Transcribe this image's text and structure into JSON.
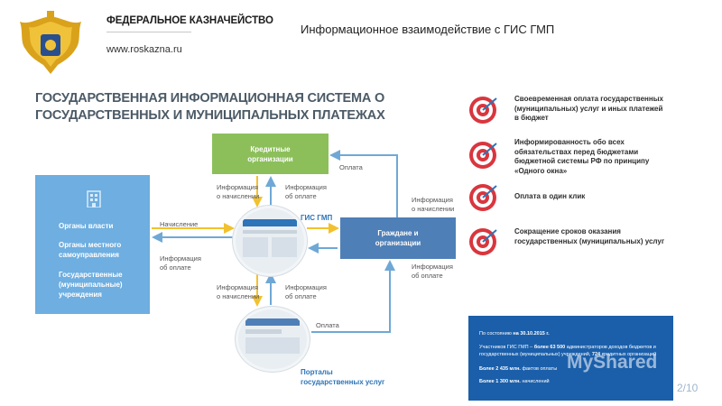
{
  "header": {
    "org_name": "ФЕДЕРАЛЬНОЕ КАЗНАЧЕЙСТВО",
    "org_url": "www.roskazna.ru",
    "slide_title": "Информационное взаимодействие с ГИС ГМП"
  },
  "main_title": "ГОСУДАРСТВЕННАЯ ИНФОРМАЦИОННАЯ СИСТЕМА О ГОСУДАРСТВЕННЫХ И МУНИЦИПАЛЬНЫХ ПЛАТЕЖАХ",
  "diagram": {
    "credit_orgs": "Кредитные организации",
    "authorities": [
      "Органы власти",
      "Органы местного самоуправления",
      "Государственные (муниципальные) учреждения"
    ],
    "citizens": "Граждане и организации",
    "gis_label": "ГИС ГМП",
    "portal_label": "Порталы государственных услуг",
    "labels": {
      "payment_top": "Оплата",
      "info_charge_1": "Информация о начислении",
      "info_payment_1": "Информация об оплате",
      "info_charge_right_top": "Информация о начислении",
      "charge": "Начисление",
      "info_payment_left": "Информация об оплате",
      "info_payment_right": "Информация об оплате",
      "info_charge_2": "Информация о начислении",
      "info_payment_2": "Информация об оплате",
      "payment_bottom": "Оплата"
    }
  },
  "benefits": [
    "Своевременная оплата государственных (муниципальных) услуг и иных платежей в бюджет",
    "Информированность обо всех обязательствах перед бюджетами бюджетной системы РФ по принципу «Одного окна»",
    "Оплата в один клик",
    "Сокращение сроков оказания государственных (муниципальных) услуг"
  ],
  "stats": {
    "date_prefix": "По состоянию",
    "date_value": "на 30.10.2015 г.",
    "participants_prefix": "Участников ГИС ГМП –",
    "participants_value": "более 63 500",
    "participants_suffix": "администраторов доходов бюджетов и государственных (муниципальных) учреждений,",
    "credit_value": "724",
    "credit_suffix": "кредитных организаций",
    "facts_value": "Более 2 435 млн.",
    "facts_suffix": "фактов оплаты",
    "charges_value": "Более 1 300 млн.",
    "charges_suffix": "начислений"
  },
  "watermark": "MyShared",
  "pager": "2/10",
  "colors": {
    "credit_box": "#8cbf5a",
    "authorities_box": "#6eaee0",
    "citizens_box": "#4f7fb7",
    "stats_box": "#1b5faa",
    "arrow_yellow": "#f2c12e",
    "arrow_blue": "#6fa8d6",
    "target_red": "#d9363e"
  },
  "icons": [
    "emblem-icon",
    "building-icon",
    "target-icon"
  ]
}
